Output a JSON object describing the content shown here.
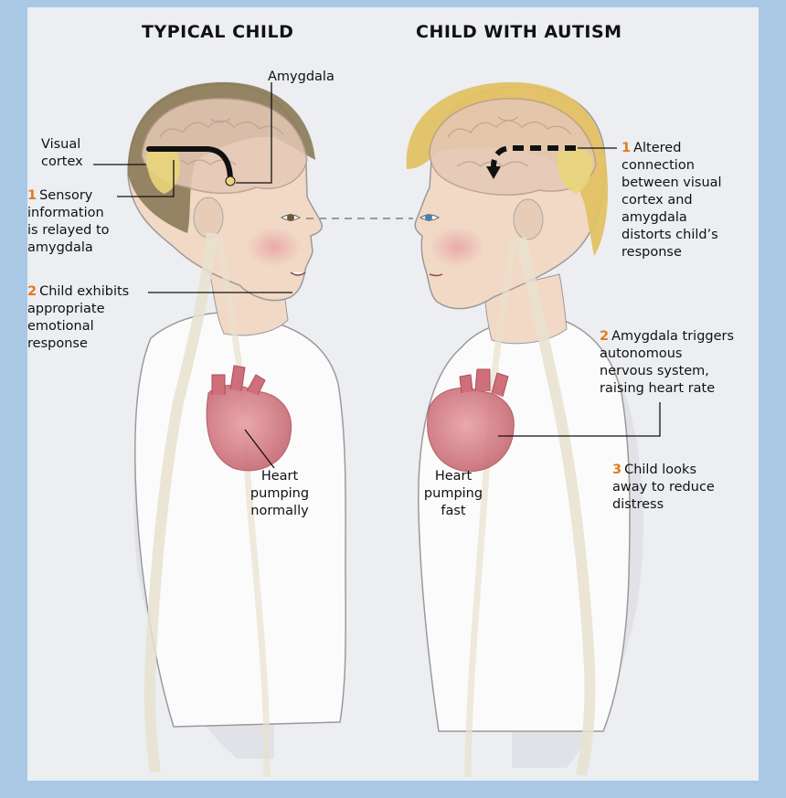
{
  "headings": {
    "left": "TYPICAL CHILD",
    "right": "CHILD WITH AUTISM"
  },
  "labels": {
    "amygdala": "Amygdala",
    "visual_cortex_line1": "Visual",
    "visual_cortex_line2": "cortex",
    "left_step1": {
      "num": "1",
      "lines": [
        "Sensory",
        "information",
        "is relayed to",
        "amygdala"
      ]
    },
    "left_step2": {
      "num": "2",
      "lines": [
        "Child exhibits",
        "appropriate",
        "emotional",
        "response"
      ]
    },
    "left_heart": [
      "Heart",
      "pumping",
      "normally"
    ],
    "right_step1": {
      "num": "1",
      "lines": [
        "Altered",
        "connection",
        "between visual",
        "cortex and",
        "amygdala",
        "distorts child’s",
        "response"
      ]
    },
    "right_step2": {
      "num": "2",
      "lines": [
        "Amygdala triggers",
        "autonomous",
        "nervous system,",
        "raising heart rate"
      ]
    },
    "right_step3": {
      "num": "3",
      "lines": [
        "Child looks",
        "away to reduce",
        "distress"
      ]
    },
    "right_heart": [
      "Heart",
      "pumping",
      "fast"
    ]
  },
  "colors": {
    "frame": "#a9c8e6",
    "panel": "#eceef1",
    "step_number": "#e07a1f",
    "left_hair": "#8a7a58",
    "right_hair": "#e2c165",
    "skin": "#f1d9c6",
    "shirt": "#fbfbfb",
    "heart": "#d98088"
  }
}
